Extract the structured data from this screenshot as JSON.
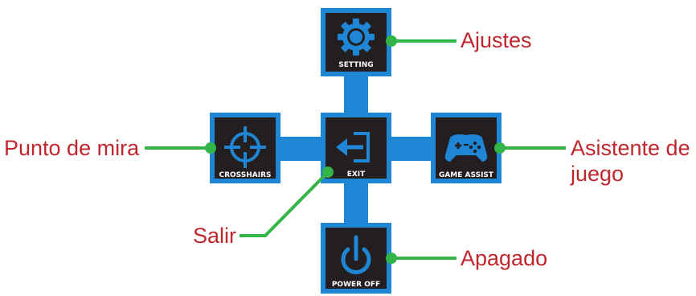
{
  "colors": {
    "frame_blue": "#1f86d6",
    "tile_dark": "#231f20",
    "icon_blue": "#1f86d6",
    "leader_green": "#33b449",
    "callout_red": "#c0262d"
  },
  "buttons": {
    "setting": {
      "label": "SETTING",
      "icon": "gear-icon"
    },
    "crosshairs": {
      "label": "CROSSHAIRS",
      "icon": "crosshair-icon"
    },
    "exit": {
      "label": "EXIT",
      "icon": "exit-icon"
    },
    "game_assist": {
      "label": "GAME ASSIST",
      "icon": "gamepad-icon"
    },
    "power_off": {
      "label": "POWER OFF",
      "icon": "power-icon"
    }
  },
  "callouts": {
    "ajustes": "Ajustes",
    "punto_de_mira": "Punto de mira",
    "asistente_line1": "Asistente de",
    "asistente_line2": "juego",
    "salir": "Salir",
    "apagado": "Apagado"
  }
}
